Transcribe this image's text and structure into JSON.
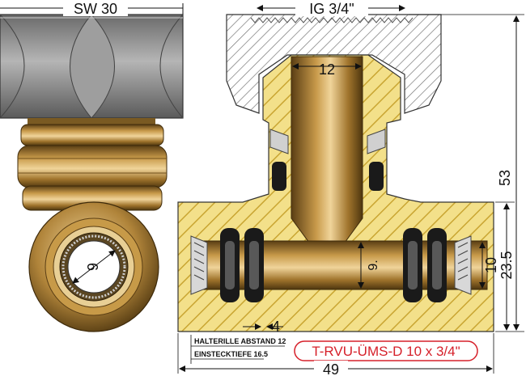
{
  "dimensions": {
    "sw": "SW 30",
    "ig": "IG 3/4\"",
    "bore_top": "12",
    "height_total": "53",
    "height_center": "23.5",
    "bore_outlet": "10",
    "inner_dia_left": "9",
    "inner_dia_center": "9.",
    "wall_gap": "4",
    "total_length": "49"
  },
  "labels": {
    "halterille": "HALTERILLE ABSTAND 12",
    "einstecktiefe": "EINSTECKTIEFE 16.5",
    "product": "T-RVU-ÜMS-D 10 x 3/4\""
  },
  "colors": {
    "brass": "#b4893c",
    "brass_dark": "#6e4f1c",
    "brass_light": "#e6c78a",
    "nut_grey": "#8a8a8a",
    "section_yellow": "#f3e08a",
    "hatch": "#c9a532",
    "product_red": "#d6202a"
  }
}
